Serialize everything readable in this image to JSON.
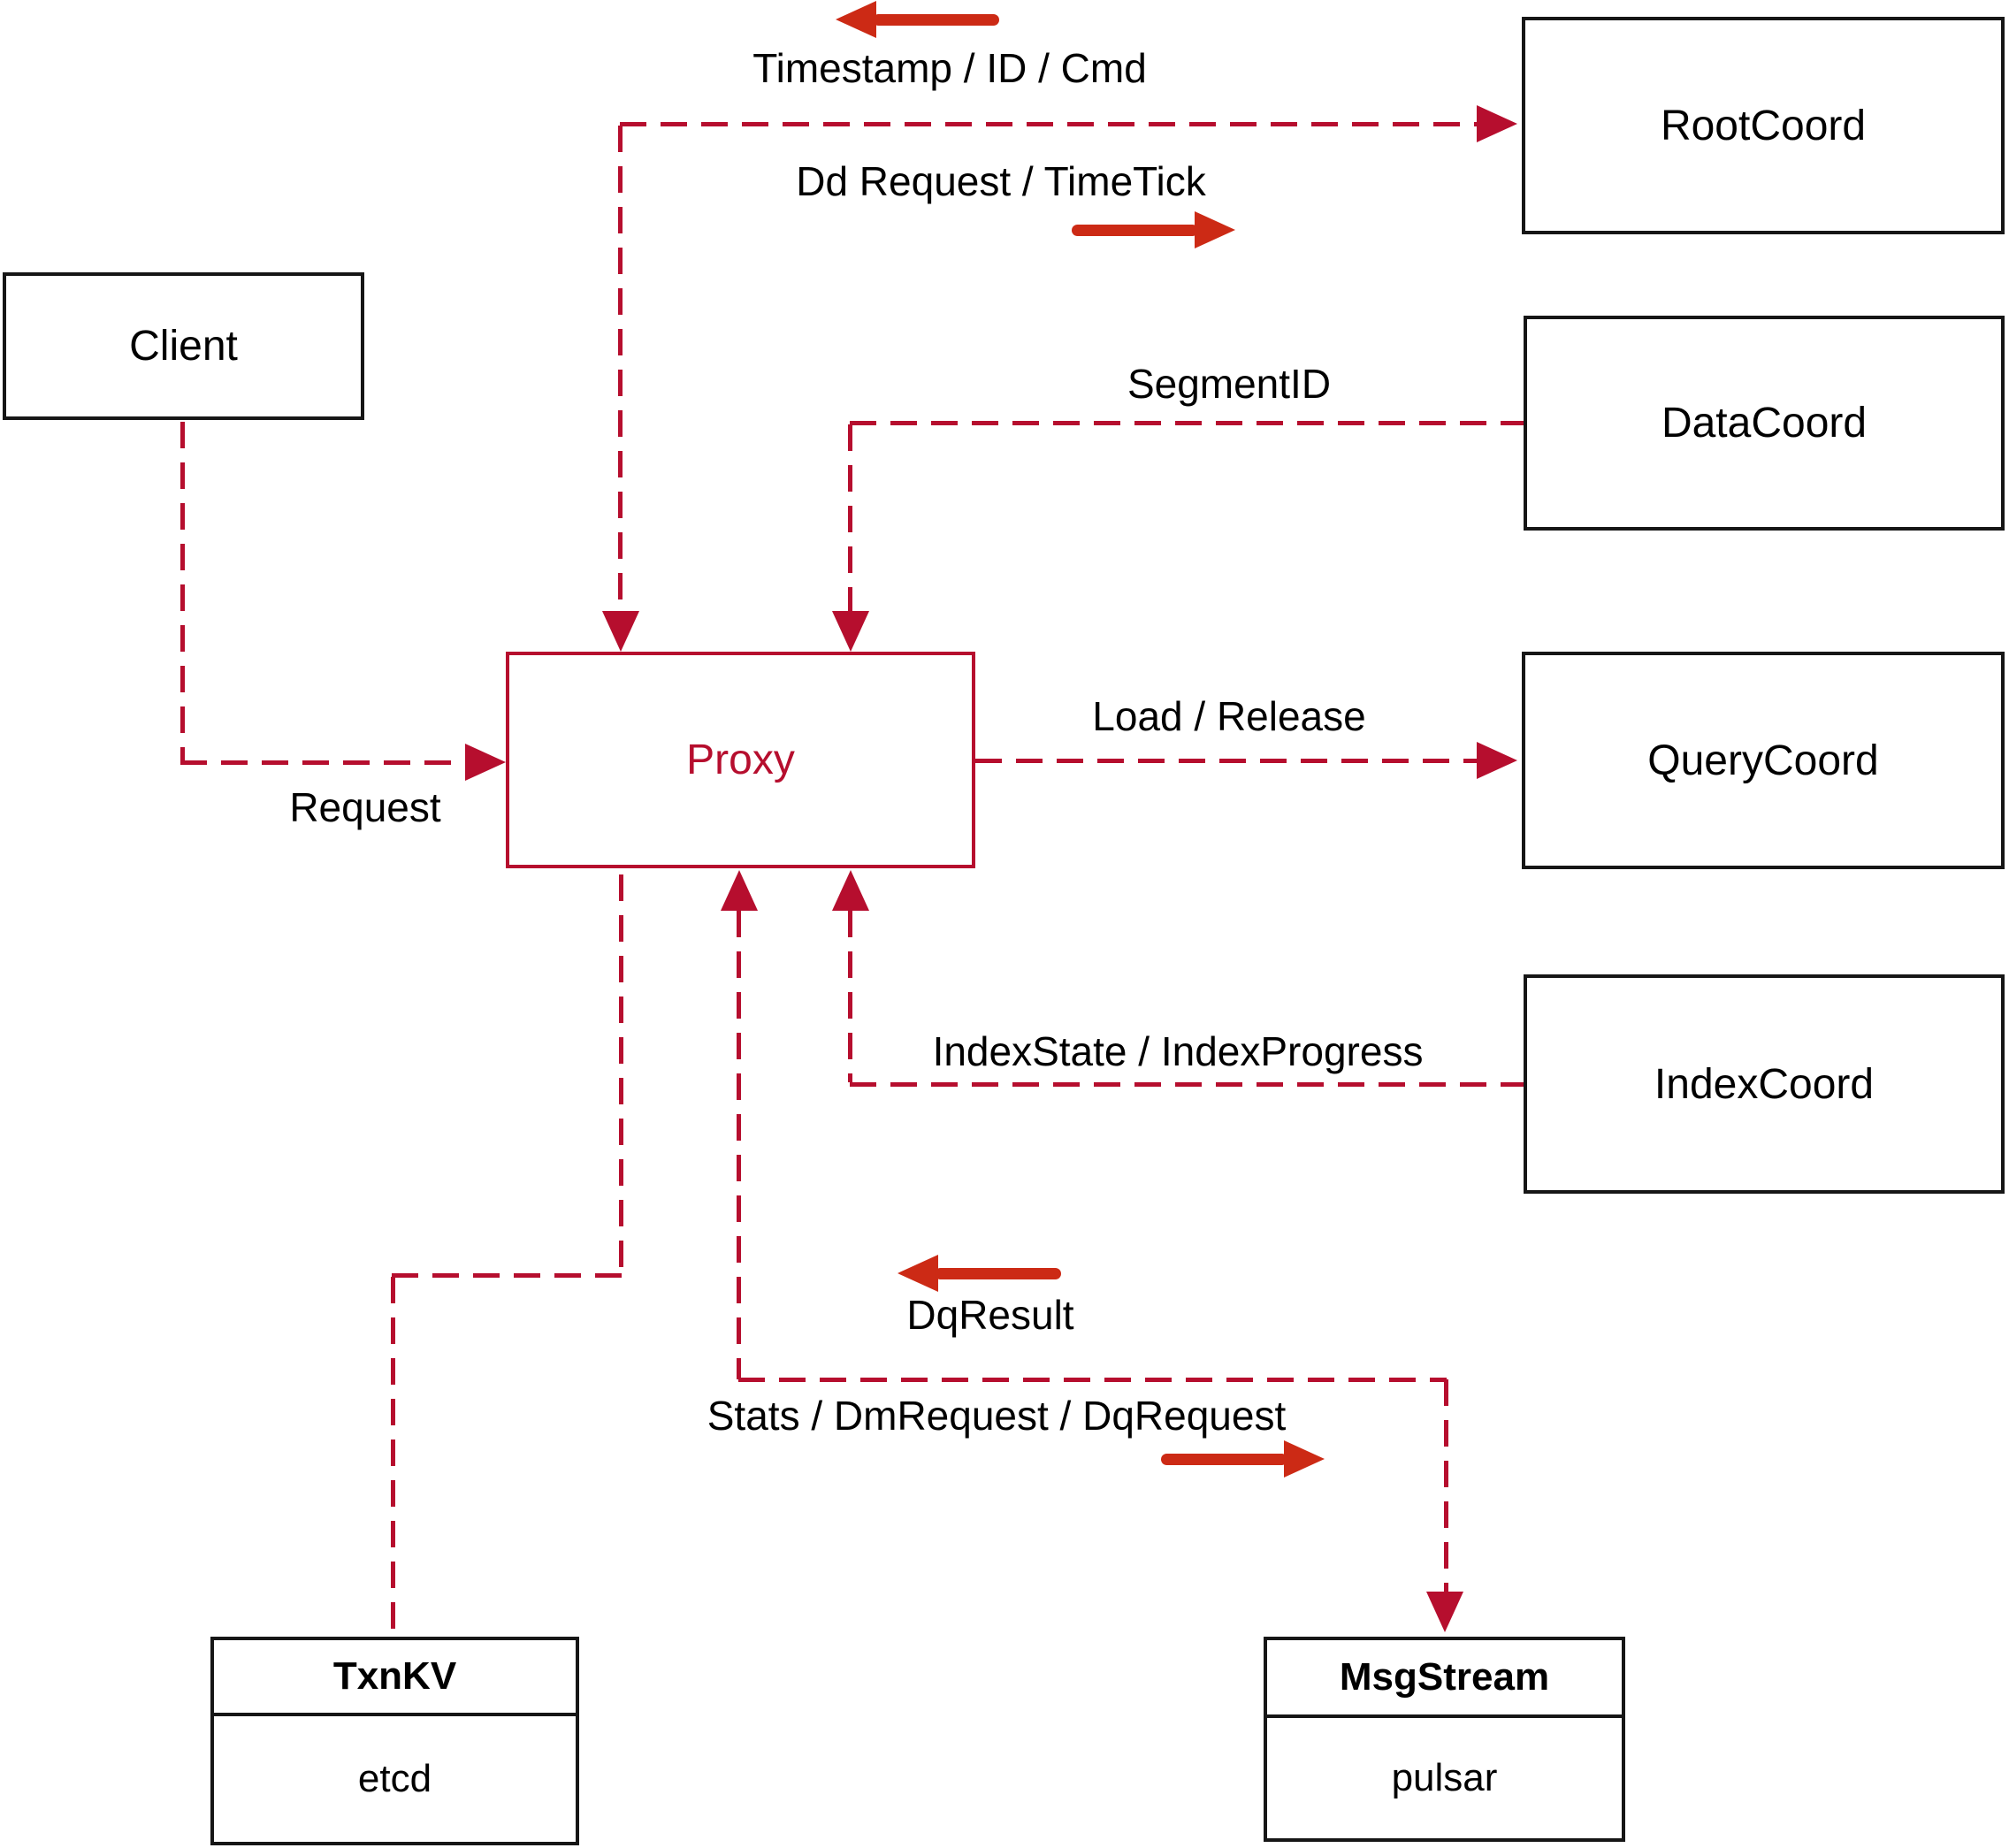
{
  "nodes": {
    "client": {
      "label": "Client"
    },
    "proxy": {
      "label": "Proxy"
    },
    "root_coord": {
      "label": "RootCoord"
    },
    "data_coord": {
      "label": "DataCoord"
    },
    "query_coord": {
      "label": "QueryCoord"
    },
    "index_coord": {
      "label": "IndexCoord"
    },
    "txn_kv": {
      "title": "TxnKV",
      "impl": "etcd"
    },
    "msg_stream": {
      "title": "MsgStream",
      "impl": "pulsar"
    }
  },
  "edges": {
    "request": {
      "label": "Request"
    },
    "timestamp": {
      "label": "Timestamp / ID / Cmd"
    },
    "dd_request": {
      "label": "Dd Request / TimeTick"
    },
    "segment_id": {
      "label": "SegmentID"
    },
    "load_release": {
      "label": "Load / Release"
    },
    "index_state": {
      "label": "IndexState / IndexProgress"
    },
    "dq_result": {
      "label": "DqResult"
    },
    "stats": {
      "label": "Stats / DmRequest / DqRequest"
    }
  },
  "colors": {
    "dashed_line": "#b60e2e",
    "solid_arrow": "#cc2a15",
    "box_border": "#161616",
    "proxy_accent": "#b60e2e"
  }
}
